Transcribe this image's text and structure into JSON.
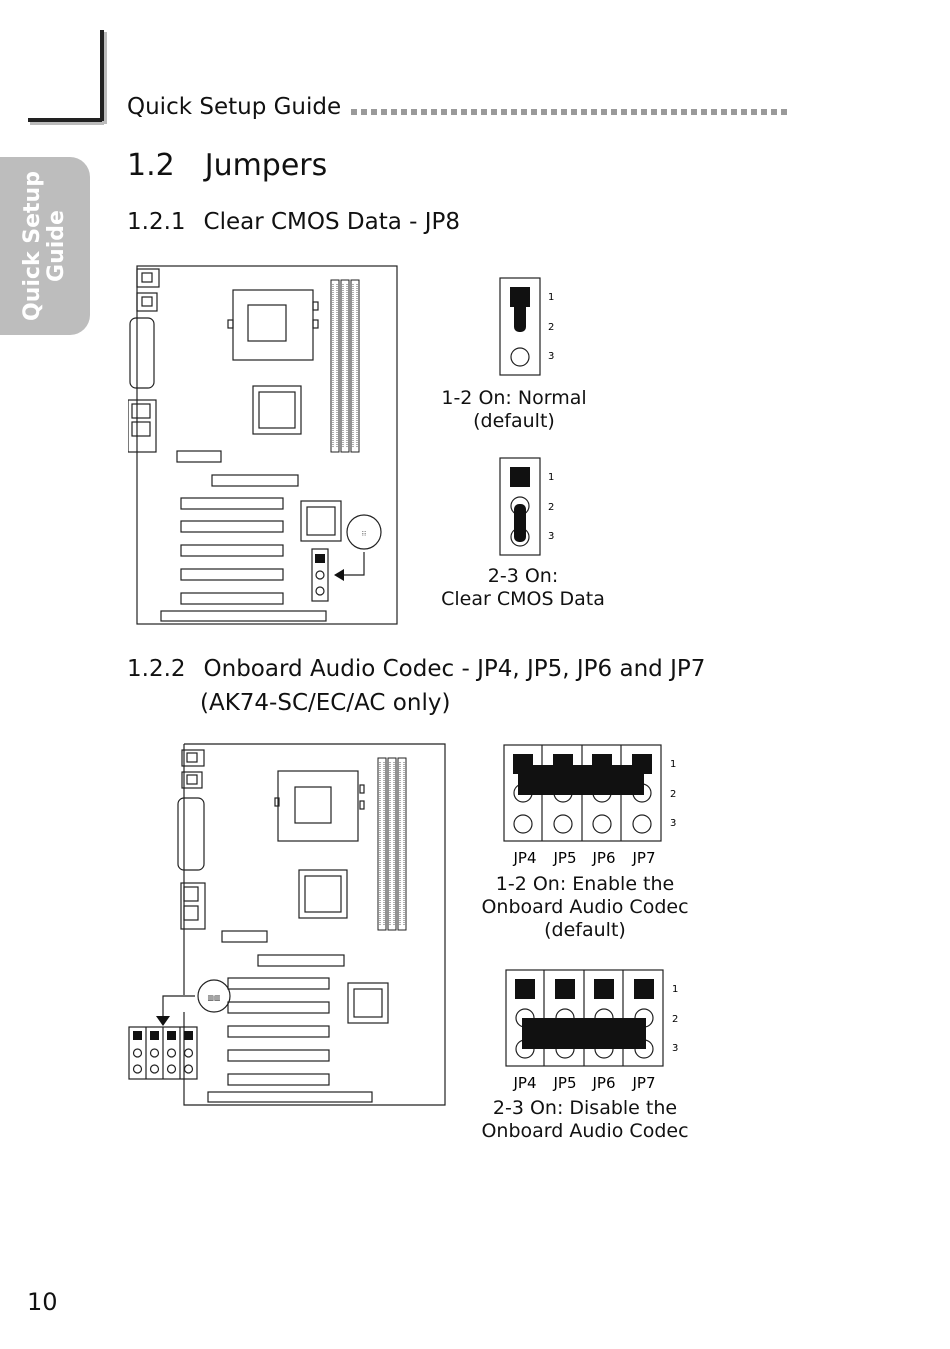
{
  "header": {
    "title": "Quick Setup Guide",
    "side_tab_line1": "Quick Setup",
    "side_tab_line2": "Guide"
  },
  "section": {
    "number": "1.2",
    "title": "Jumpers"
  },
  "sub1": {
    "number": "1.2.1",
    "title": "Clear CMOS Data - JP8",
    "pin_labels": [
      "1",
      "2",
      "3"
    ],
    "setting_normal_line1": "1-2 On: Normal",
    "setting_normal_line2": "(default)",
    "setting_clear_line1": "2-3 On:",
    "setting_clear_line2": "Clear CMOS Data"
  },
  "sub2": {
    "number": "1.2.2",
    "title_line1": "Onboard Audio Codec - JP4, JP5, JP6 and JP7",
    "title_line2": "(AK74-SC/EC/AC only)",
    "jumper_labels": [
      "JP4",
      "JP5",
      "JP6",
      "JP7"
    ],
    "pin_labels": [
      "1",
      "2",
      "3"
    ],
    "setting_enable_line1": "1-2 On: Enable the",
    "setting_enable_line2": "Onboard Audio Codec",
    "setting_enable_line3": "(default)",
    "setting_disable_line1": "2-3 On: Disable the",
    "setting_disable_line2": "Onboard Audio Codec"
  },
  "page_number": "10"
}
